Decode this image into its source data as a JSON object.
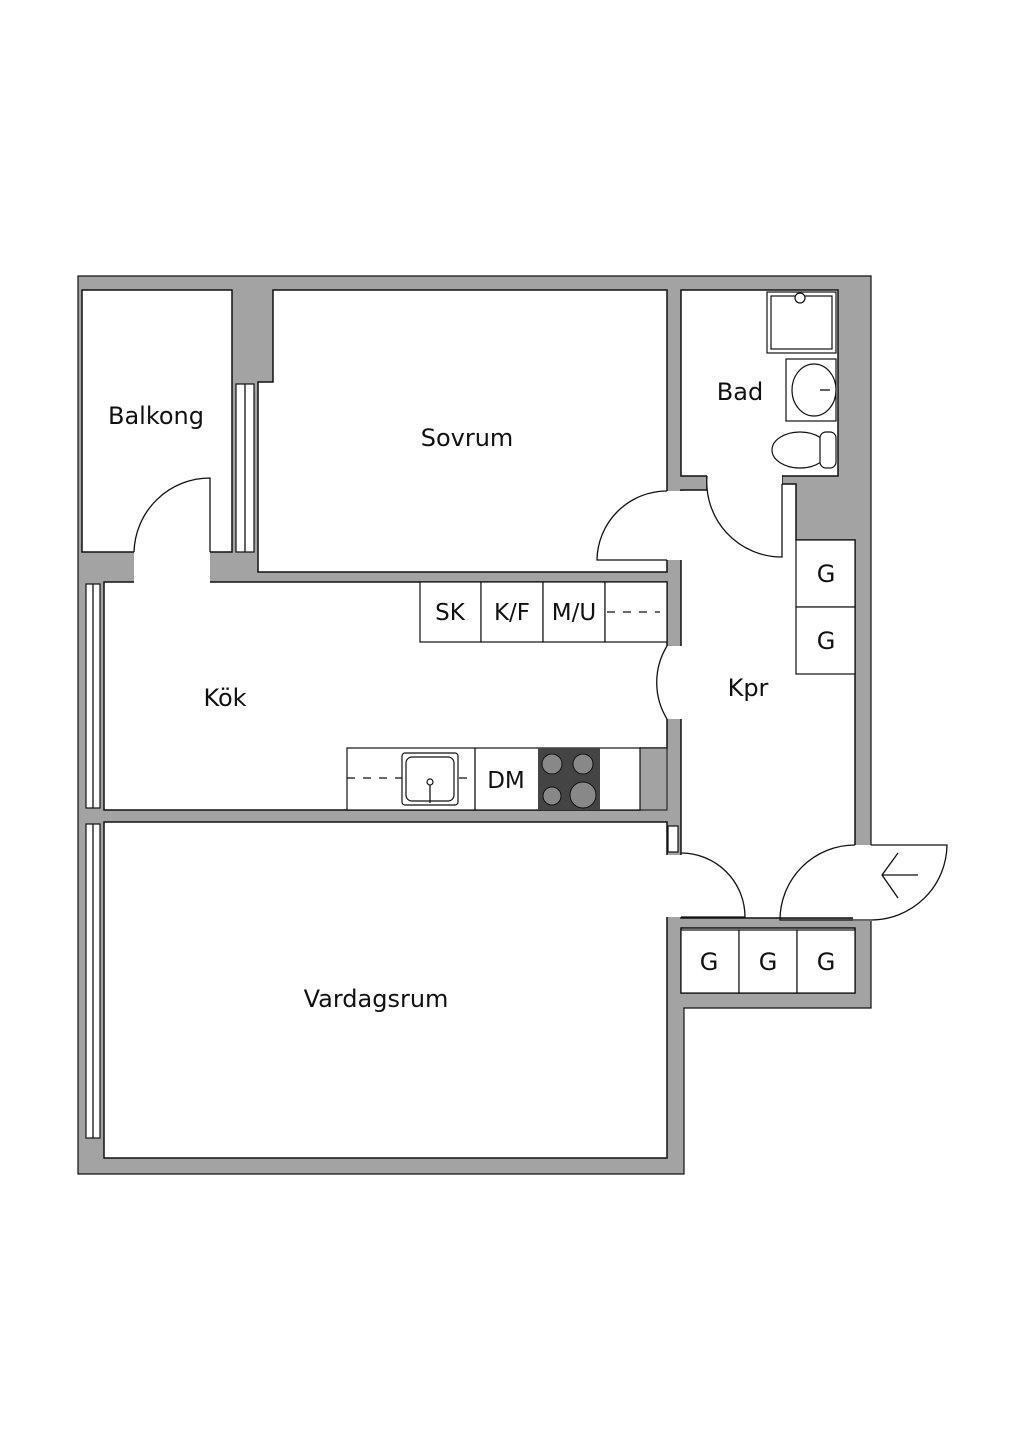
{
  "rooms": {
    "balkong": "Balkong",
    "sovrum": "Sovrum",
    "bad": "Bad",
    "kok": "Kök",
    "kpr": "Kpr",
    "vardagsrum": "Vardagsrum"
  },
  "fixtures": {
    "sk": "SK",
    "kf": "K/F",
    "mu": "M/U",
    "dm": "DM",
    "closets": [
      "G",
      "G",
      "G",
      "G",
      "G"
    ]
  },
  "colors": {
    "wall": "#a3a3a3",
    "stove": "#444444"
  }
}
